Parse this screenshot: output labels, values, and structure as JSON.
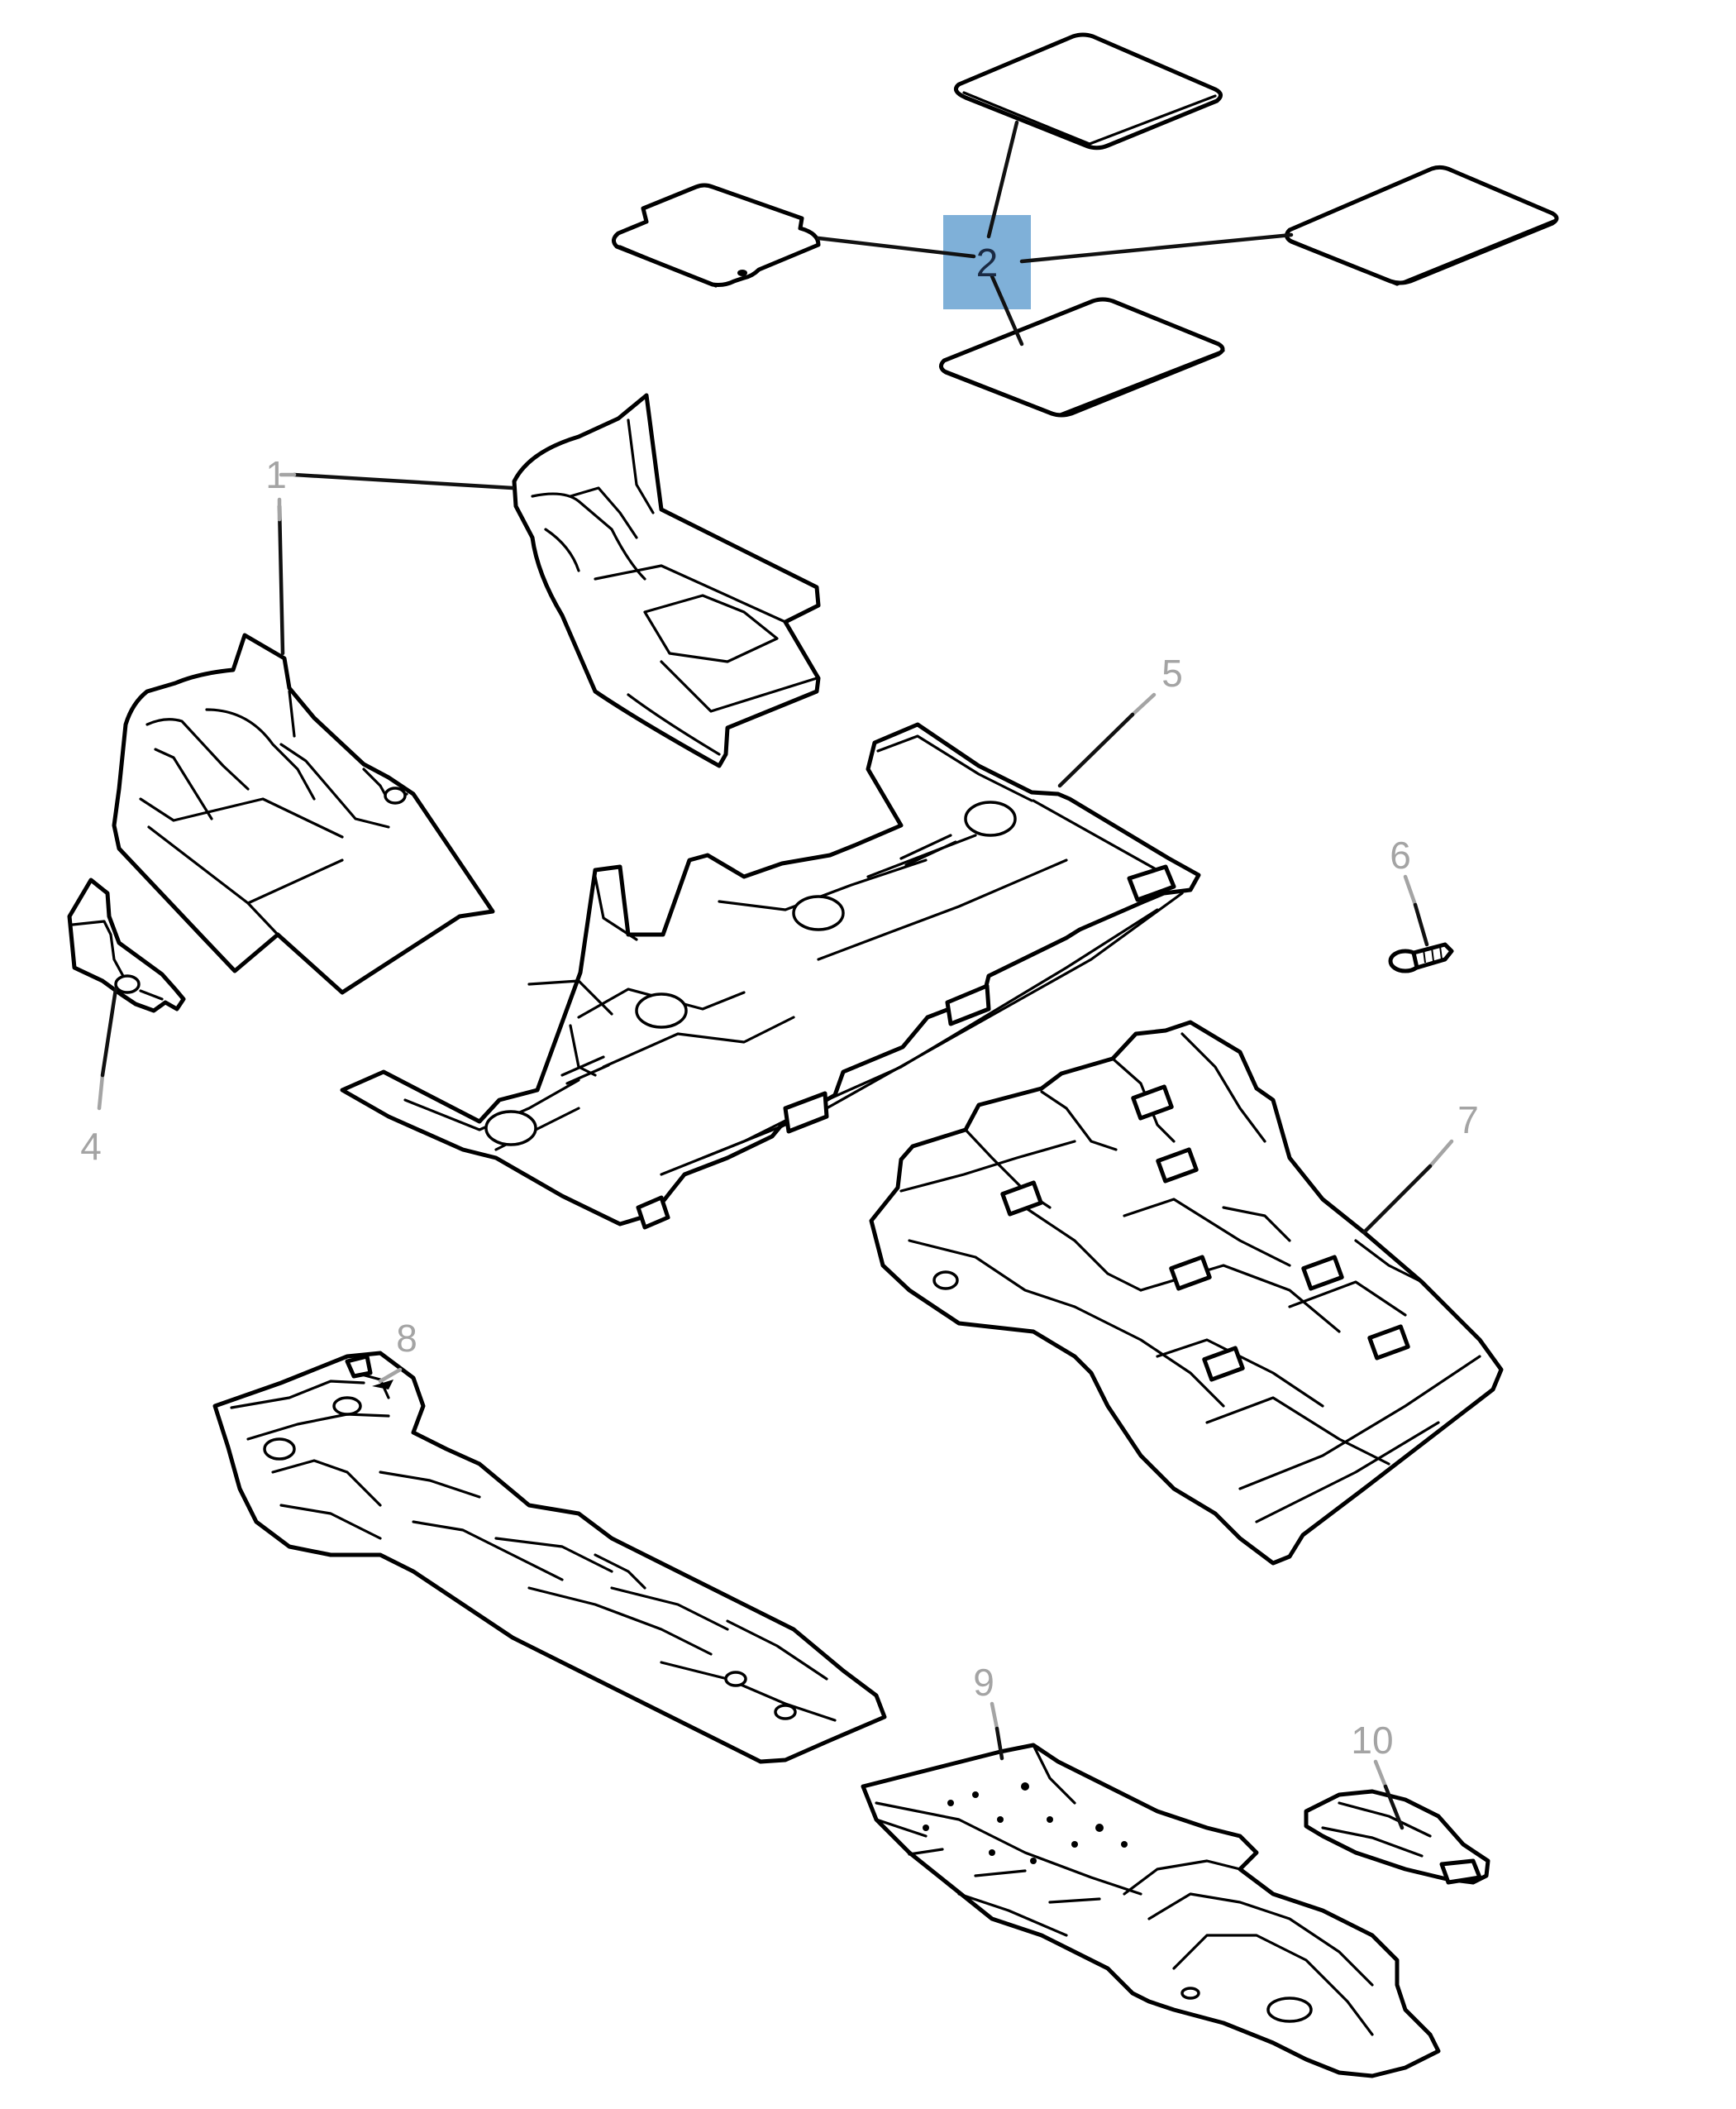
{
  "diagram": {
    "highlight_color": "#7fb0d8",
    "active_label_color": "#1a2a44",
    "inactive_label_color": "#a4a4a4",
    "callouts": [
      {
        "id": "1",
        "label": "1",
        "part": "front-floor-carpet",
        "active": false
      },
      {
        "id": "2",
        "label": "2",
        "part": "floor-mats",
        "active": true
      },
      {
        "id": "4",
        "label": "4",
        "part": "carpet-side-panel",
        "active": false
      },
      {
        "id": "5",
        "label": "5",
        "part": "floor-insulation-frame",
        "active": false
      },
      {
        "id": "6",
        "label": "6",
        "part": "push-pin-fastener",
        "active": false
      },
      {
        "id": "7",
        "label": "7",
        "part": "rear-floor-carpet",
        "active": false
      },
      {
        "id": "8",
        "label": "8",
        "part": "tunnel-insulator",
        "active": false
      },
      {
        "id": "9",
        "label": "9",
        "part": "floor-pan-silencer",
        "active": false
      },
      {
        "id": "10",
        "label": "10",
        "part": "rear-silencer-pad",
        "active": false
      }
    ]
  }
}
